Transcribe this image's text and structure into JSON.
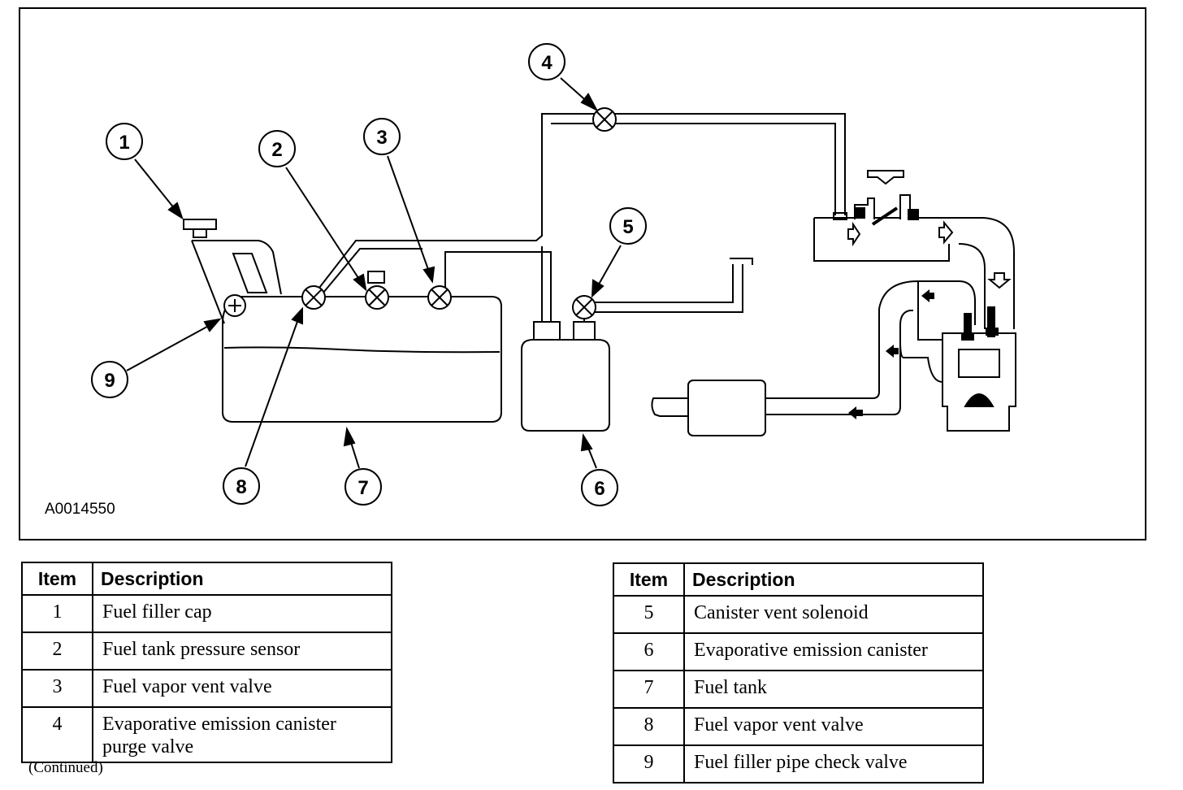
{
  "figure_id": "A0014550",
  "callouts": [
    "1",
    "2",
    "3",
    "4",
    "5",
    "6",
    "7",
    "8",
    "9"
  ],
  "legend_left": {
    "header_item": "Item",
    "header_desc": "Description",
    "rows": [
      {
        "item": "1",
        "desc": "Fuel filler cap"
      },
      {
        "item": "2",
        "desc": "Fuel tank pressure sensor"
      },
      {
        "item": "3",
        "desc": "Fuel vapor vent valve"
      },
      {
        "item": "4",
        "desc": "Evaporative emission canister purge valve"
      }
    ]
  },
  "legend_right": {
    "header_item": "Item",
    "header_desc": "Description",
    "rows": [
      {
        "item": "5",
        "desc": "Canister vent solenoid"
      },
      {
        "item": "6",
        "desc": "Evaporative emission canister"
      },
      {
        "item": "7",
        "desc": "Fuel tank"
      },
      {
        "item": "8",
        "desc": "Fuel vapor vent valve"
      },
      {
        "item": "9",
        "desc": "Fuel filler pipe check valve"
      }
    ]
  },
  "continued_note": "(Continued)"
}
